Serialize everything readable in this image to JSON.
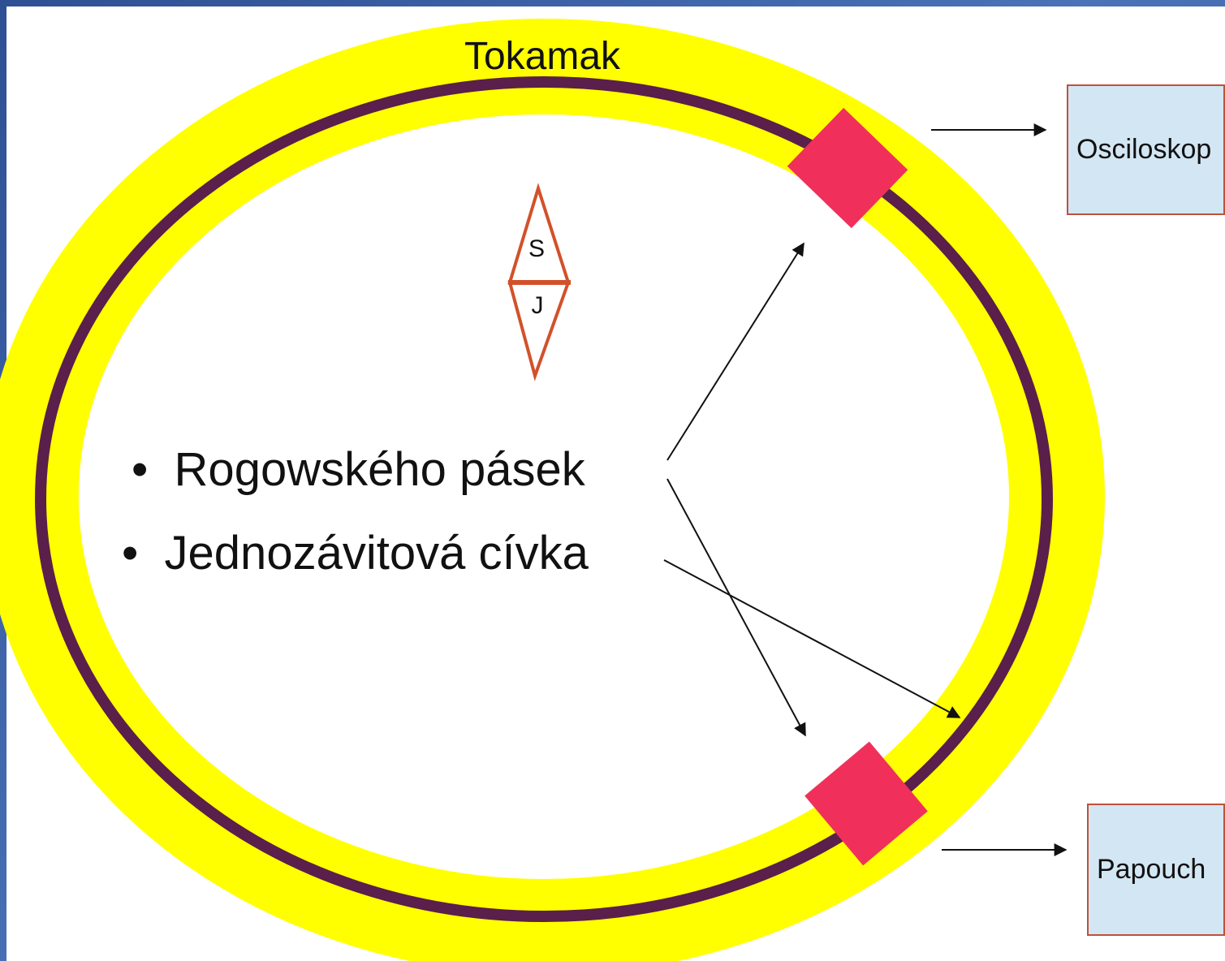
{
  "diagram": {
    "title": "Tokamak",
    "compass": {
      "north_label": "S",
      "south_label": "J"
    },
    "bullets": [
      "Rogowského pásek",
      "Jednozávitová cívka"
    ],
    "boxes": {
      "top": "Osciloskop",
      "bottom": "Papouch"
    },
    "colors": {
      "torus": "#ffff00",
      "ring": "#5a1f4a",
      "sensor": "#f0305a",
      "compass": "#d2512a",
      "box_fill": "#d3e6f3",
      "box_border": "#c0513a",
      "background": "#3a5fa8"
    }
  }
}
